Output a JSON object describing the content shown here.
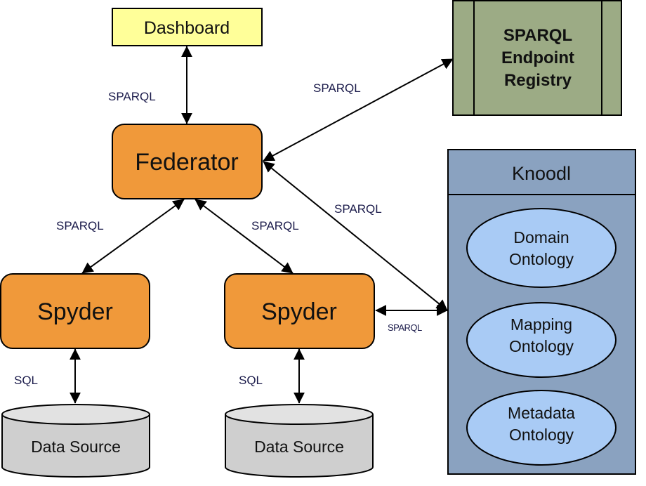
{
  "colors": {
    "dashboard_fill": "#ffff99",
    "component_fill": "#f0993a",
    "registry_fill": "#9cab85",
    "knoodl_fill": "#8aa2c0",
    "ontology_fill": "#a9cbf5",
    "datasource_fill": "#cfcfcf",
    "datasource_top_fill": "#e2e2e2",
    "edge_label_color": "#1a1a4a"
  },
  "nodes": {
    "dashboard": "Dashboard",
    "federator": "Federator",
    "registry": [
      "SPARQL",
      "Endpoint",
      "Registry"
    ],
    "knoodl": {
      "title": "Knoodl",
      "ontologies": [
        [
          "Domain",
          "Ontology"
        ],
        [
          "Mapping",
          "Ontology"
        ],
        [
          "Metadata",
          "Ontology"
        ]
      ]
    },
    "spyders": [
      "Spyder",
      "Spyder"
    ],
    "data_sources": [
      "Data Source",
      "Data Source"
    ]
  },
  "edges": [
    {
      "from": "Dashboard",
      "to": "Federator",
      "label": "SPARQL"
    },
    {
      "from": "Federator",
      "to": "SPARQL Endpoint Registry",
      "label": "SPARQL"
    },
    {
      "from": "Federator",
      "to": "Knoodl",
      "label": "SPARQL"
    },
    {
      "from": "Federator",
      "to": "Spyder (left)",
      "label": "SPARQL"
    },
    {
      "from": "Federator",
      "to": "Spyder (right)",
      "label": "SPARQL"
    },
    {
      "from": "Spyder (right)",
      "to": "Knoodl",
      "label": "SPARQL"
    },
    {
      "from": "Spyder (left)",
      "to": "Data Source (left)",
      "label": "SQL"
    },
    {
      "from": "Spyder (right)",
      "to": "Data Source (right)",
      "label": "SQL"
    }
  ]
}
